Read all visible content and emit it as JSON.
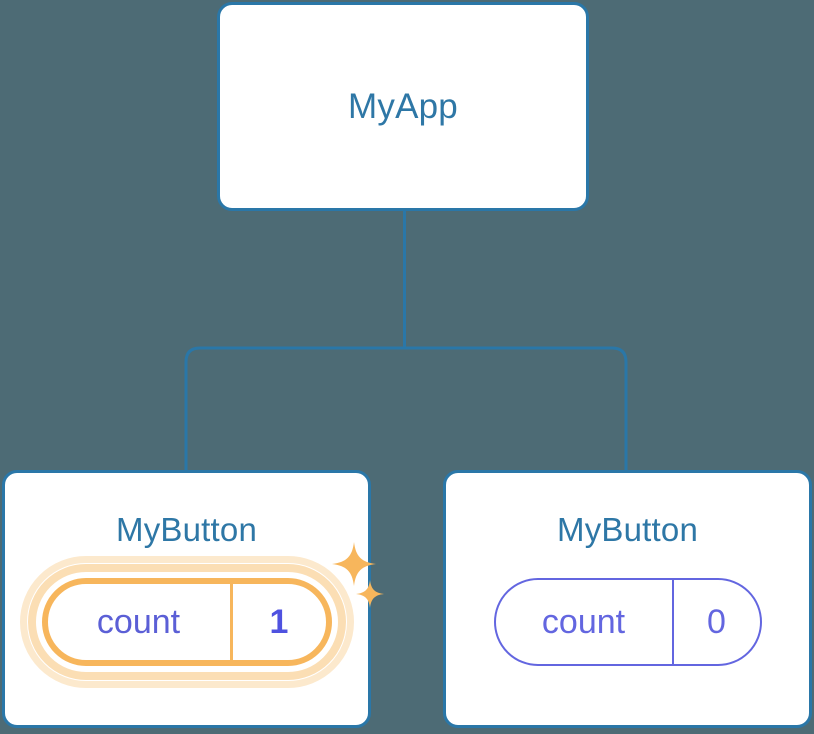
{
  "diagram": {
    "title": "component-tree",
    "background_color": "#4d6b75",
    "edge_color": "#2a77a8"
  },
  "root": {
    "label": "MyApp",
    "title_color": "#2e77a6",
    "border_color": "#2a77a8"
  },
  "children": [
    {
      "label": "MyButton",
      "highlighted": true,
      "state": {
        "key": "count",
        "value": "1",
        "key_color": "#5b5fd6",
        "value_color": "#4f52e0",
        "accent_color": "#f7b65c",
        "glow_color": "#fbdeb4"
      },
      "sparkles": [
        "sparkle-large",
        "sparkle-small"
      ]
    },
    {
      "label": "MyButton",
      "highlighted": false,
      "state": {
        "key": "count",
        "value": "0",
        "key_color": "#6366e0",
        "value_color": "#6366e0",
        "accent_color": "#6366e0"
      }
    }
  ]
}
